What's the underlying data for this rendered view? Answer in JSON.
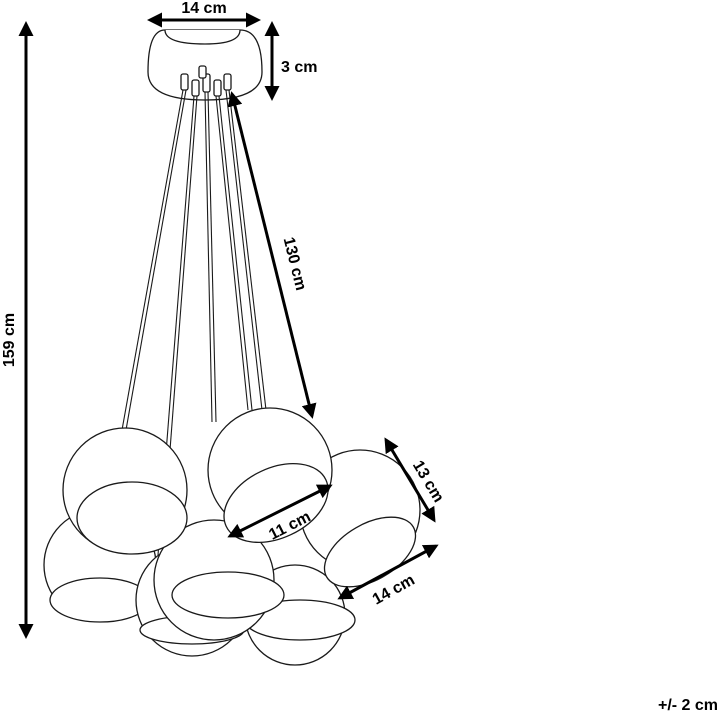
{
  "dimensions": {
    "canopy_width": "14 cm",
    "canopy_height": "3 cm",
    "cable_length": "130 cm",
    "total_height": "159 cm",
    "shade_opening": "11 cm",
    "shade_depth": "13 cm",
    "shade_diameter": "14 cm",
    "tolerance": "+/- 2 cm"
  },
  "colors": {
    "ink": "#000000",
    "line": "#1a1a1a",
    "background": "#ffffff"
  }
}
